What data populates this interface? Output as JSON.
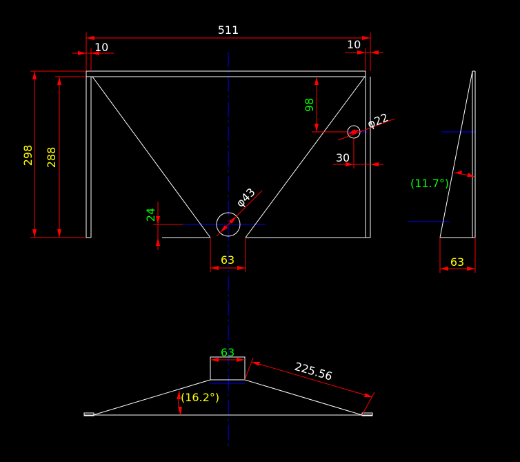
{
  "drawing": {
    "colors": {
      "background": "#000000",
      "outline": "#ffffff",
      "dimension": "#ff0000",
      "centerline": "#0000ff",
      "text_yellow": "#ffff00",
      "text_green": "#00ff00",
      "text_white": "#ffffff"
    },
    "dimensions": {
      "overall_width": "511",
      "left_offset": "10",
      "right_offset": "10",
      "overall_height": "298",
      "inner_height": "288",
      "hole_small_depth": "98",
      "hole_small_diameter": "φ22",
      "hole_small_offset": "30",
      "hole_large_diameter": "φ43",
      "hole_large_height": "24",
      "bottom_slot_width": "63",
      "side_angle": "(11.7°)",
      "side_width": "63",
      "plan_slot_width": "63",
      "plan_slope_length": "225.56",
      "plan_angle": "(16.2°)"
    }
  }
}
